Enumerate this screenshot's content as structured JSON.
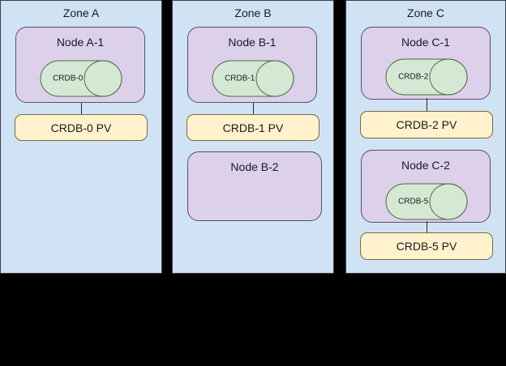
{
  "diagram": {
    "title": "CockroachDB multi-zone node and persistent volume topology",
    "colors": {
      "zone_fill": "#d0e3f5",
      "node_fill": "#dcd0ea",
      "db_fill": "#d5e8d4",
      "pv_fill": "#fff2cc",
      "background": "#000000",
      "stroke": "#3b3f4a"
    }
  },
  "zones": [
    {
      "id": "zone-a",
      "label": "Zone A",
      "nodes": [
        {
          "id": "node-a-1",
          "label": "Node A-1",
          "database": {
            "id": "crdb-0",
            "label": "CRDB-0"
          },
          "pv": {
            "id": "crdb-0-pv",
            "label": "CRDB-0 PV"
          }
        }
      ]
    },
    {
      "id": "zone-b",
      "label": "Zone B",
      "nodes": [
        {
          "id": "node-b-1",
          "label": "Node B-1",
          "database": {
            "id": "crdb-1",
            "label": "CRDB-1"
          },
          "pv": {
            "id": "crdb-1-pv",
            "label": "CRDB-1 PV"
          }
        },
        {
          "id": "node-b-2",
          "label": "Node B-2",
          "database": null,
          "pv": null
        }
      ]
    },
    {
      "id": "zone-c",
      "label": "Zone C",
      "nodes": [
        {
          "id": "node-c-1",
          "label": "Node C-1",
          "database": {
            "id": "crdb-2",
            "label": "CRDB-2"
          },
          "pv": {
            "id": "crdb-2-pv",
            "label": "CRDB-2 PV"
          }
        },
        {
          "id": "node-c-2",
          "label": "Node C-2",
          "database": {
            "id": "crdb-5",
            "label": "CRDB-5"
          },
          "pv": {
            "id": "crdb-5-pv",
            "label": "CRDB-5 PV"
          }
        }
      ]
    }
  ]
}
